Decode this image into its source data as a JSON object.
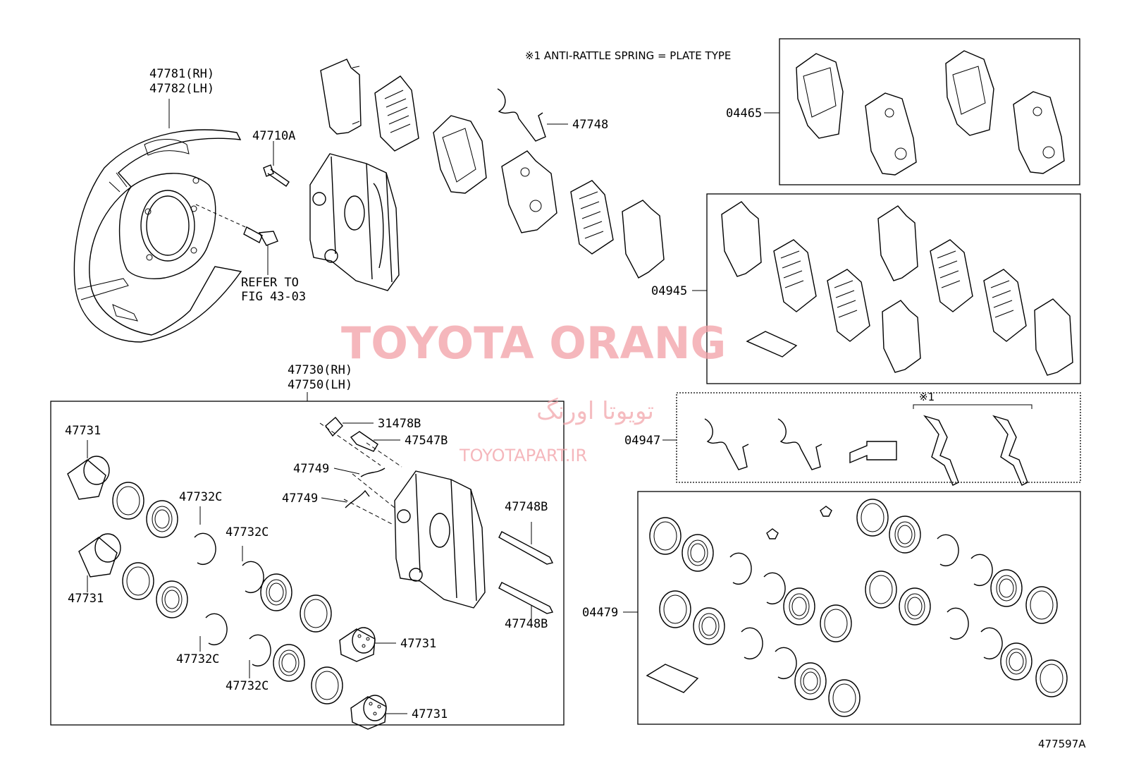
{
  "note": "※1 ANTI-RATTLE SPRING = PLATE TYPE",
  "note_mark": "※1",
  "labels": {
    "shield_rh": "47781(RH)",
    "shield_lh": "47782(LH)",
    "bolt": "47710A",
    "refer_1": "REFER TO",
    "refer_2": "FIG 43-03",
    "spring_47748": "47748",
    "kit_04465": "04465",
    "kit_04945": "04945",
    "kit_04947": "04947",
    "kit_04479": "04479",
    "caliper_rh": "47730(RH)",
    "caliper_lh": "47750(LH)",
    "cap_31478B": "31478B",
    "bleeder_47547B": "47547B",
    "clip_47749_a": "47749",
    "clip_47749_b": "47749",
    "pin_47748B_a": "47748B",
    "pin_47748B_b": "47748B",
    "piston_a": "47731",
    "piston_b": "47731",
    "piston_c": "47731",
    "piston_d": "47731",
    "ring_a": "47732C",
    "ring_b": "47732C",
    "ring_c": "47732C",
    "ring_d": "47732C",
    "figure_id": "477597A"
  },
  "watermark": {
    "title": "TOYOTA ORANG",
    "persian": "تویوتا اورنگ",
    "site": "TOYOTAPART.IR",
    "color": "#f2a0a6"
  }
}
